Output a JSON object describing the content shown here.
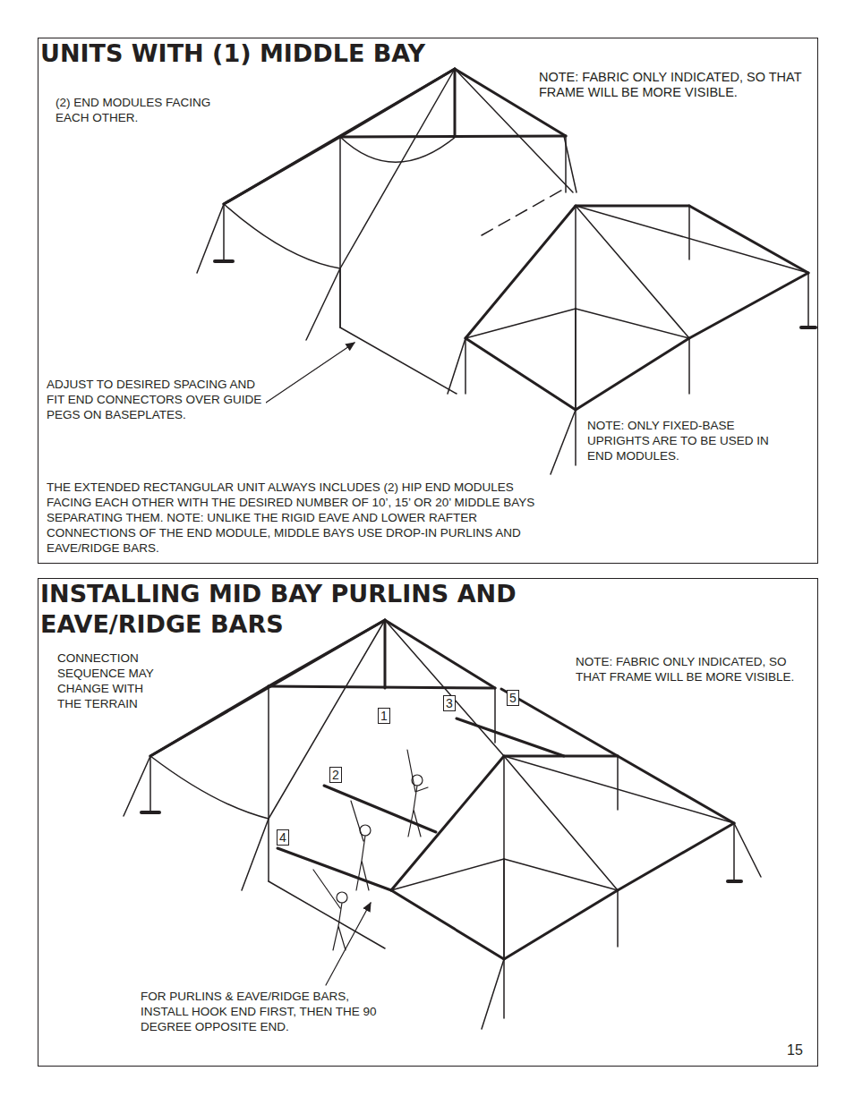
{
  "diagram": {
    "nodes": [
      {
        "text": [
          "UNITS WITH (1) MIDDLE BAY"
        ]
      },
      {
        "text": [
          "INSTALLING MID BAY PURLINS AND EAVE/RIDGE BARS"
        ]
      },
      {
        "text": [
          "1"
        ],
        "in": 1
      },
      {
        "text": [
          "2"
        ],
        "in": 1
      },
      {
        "text": [
          "3"
        ],
        "in": 1
      },
      {
        "text": [
          "4"
        ],
        "in": 1
      },
      {
        "text": [
          "5"
        ],
        "in": 1
      }
    ],
    "edges": [],
    "labels": [
      "(2) END MODULES FACING EACH OTHER.",
      "NOTE: FABRIC ONLY INDICATED, SO THAT FRAME WILL BE MORE VISIBLE.",
      "ADJUST TO DESIRED SPACING AND FIT END CONNECTORS OVER GUIDE PEGS ON BASEPLATES.",
      "NOTE: ONLY FIXED-BASE UPRIGHTS ARE TO BE USED IN END MODULES.",
      "THE EXTENDED RECTANGULAR UNIT ALWAYS INCLUDES (2) HIP END MODULES FACING EACH OTHER WITH THE DESIRED NUMBER OF 10’, 15’ OR 20’ MIDDLE BAYS SEPARATING THEM. NOTE: UNLIKE THE RIGID EAVE AND LOWER RAFTER CONNECTIONS OF THE END MODULE, MIDDLE BAYS USE DROP-IN PURLINS AND EAVE/RIDGE BARS.",
      "CONNECTION SEQUENCE MAY CHANGE WITH THE TERRAIN",
      "NOTE: FABRIC ONLY INDICATED, SO THAT FRAME WILL BE MORE VISIBLE.",
      "FOR PURLINS & EAVE/RIDGE BARS, INSTALL HOOK END FIRST, THEN THE 90 DEGREE OPPOSITE END.",
      "15"
    ]
  }
}
